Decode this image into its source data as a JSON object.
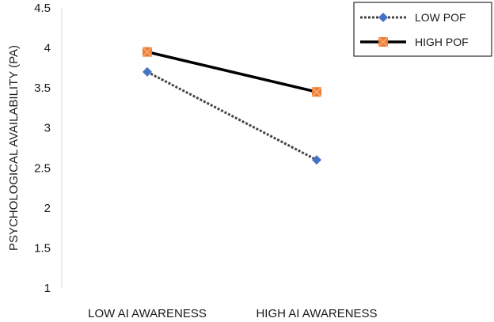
{
  "chart_data": {
    "type": "line",
    "categories": [
      "LOW AI AWARENESS",
      "HIGH AI AWARENESS"
    ],
    "ylabel": "PSYCHOLOGICAL AVAILABILITY (PA)",
    "ylim": [
      1,
      4.5
    ],
    "yticks": [
      "1",
      "1.5",
      "2",
      "2.5",
      "3",
      "3.5",
      "4",
      "4.5"
    ],
    "grid": false,
    "legend_position": "top-right",
    "series": [
      {
        "name": "LOW POF",
        "values": [
          3.7,
          2.6
        ],
        "line_color": "#444444",
        "marker_color": "#4472C4",
        "dashed": true
      },
      {
        "name": "HIGH POF",
        "values": [
          3.95,
          3.45
        ],
        "line_color": "#000000",
        "marker_color": "#ED7D31",
        "dashed": false
      }
    ]
  }
}
